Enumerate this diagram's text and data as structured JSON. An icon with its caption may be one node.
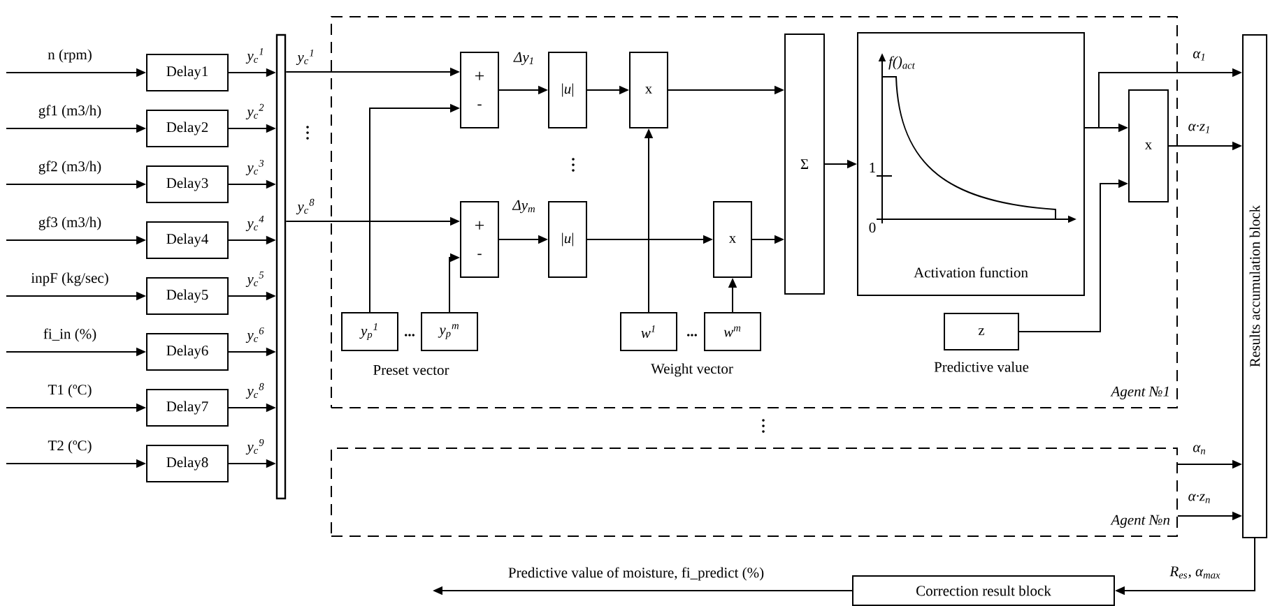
{
  "diagram": {
    "nodes": [
      {
        "text": [
          "Delay1"
        ]
      },
      {
        "text": [
          "Delay2"
        ]
      },
      {
        "text": [
          "Delay3"
        ]
      },
      {
        "text": [
          "Delay4"
        ]
      },
      {
        "text": [
          "Delay5"
        ]
      },
      {
        "text": [
          "Delay6"
        ]
      },
      {
        "text": [
          "Delay7"
        ]
      },
      {
        "text": [
          "Delay8"
        ]
      },
      {
        "text": [],
        "shape": "bar"
      },
      {
        "text": [
          "Agent №1"
        ]
      },
      {
        "text": [
          "+",
          "-"
        ],
        "in": 9
      },
      {
        "text": [
          "|*u*|"
        ],
        "in": 9
      },
      {
        "text": [
          "x"
        ],
        "in": 9
      },
      {
        "text": [
          "+",
          "-"
        ],
        "in": 9
      },
      {
        "text": [
          "|*u*|"
        ],
        "in": 9
      },
      {
        "text": [
          "x"
        ],
        "in": 9
      },
      {
        "text": [
          "Σ"
        ],
        "in": 9
      },
      {
        "text": [
          "Activation function"
        ],
        "in": 9
      },
      {
        "text": [
          "y$_{p}$$^{1}$"
        ],
        "in": 9
      },
      {
        "text": [
          "y$_{p}$$^{m}$"
        ],
        "in": 9
      },
      {
        "text": [
          "w$^{1}$"
        ],
        "in": 9
      },
      {
        "text": [
          "w$^{m}$"
        ],
        "in": 9
      },
      {
        "text": [
          "x"
        ],
        "in": 9
      },
      {
        "text": [
          "z"
        ],
        "in": 9,
        "beside": [
          "Predictive value"
        ]
      },
      {
        "text": [
          "Agent №n"
        ]
      },
      {
        "text": [
          "Results accumulation block"
        ]
      },
      {
        "text": [
          "Correction result block"
        ]
      }
    ],
    "edges": [
      {
        "from": null,
        "to": 0,
        "arrow": "to",
        "label": "n (rpm)"
      },
      {
        "from": null,
        "to": 1,
        "arrow": "to",
        "label": "gf1 (m3/h)"
      },
      {
        "from": null,
        "to": 2,
        "arrow": "to",
        "label": "gf2 (m3/h)"
      },
      {
        "from": null,
        "to": 3,
        "arrow": "to",
        "label": "gf3 (m3/h)"
      },
      {
        "from": null,
        "to": 4,
        "arrow": "to",
        "label": "inpF (kg/sec)"
      },
      {
        "from": null,
        "to": 5,
        "arrow": "to",
        "label": "fi_in (%)"
      },
      {
        "from": null,
        "to": 6,
        "arrow": "to",
        "label": "T1 (ºC)"
      },
      {
        "from": null,
        "to": 7,
        "arrow": "to",
        "label": "T2 (ºC)"
      },
      {
        "from": 0,
        "to": 8,
        "arrow": "to",
        "label": "y$_{c}$$^{1}$"
      },
      {
        "from": 1,
        "to": 8,
        "arrow": "to",
        "label": "y$_{c}$$^{2}$"
      },
      {
        "from": 2,
        "to": 8,
        "arrow": "to",
        "label": "y$_{c}$$^{3}$"
      },
      {
        "from": 3,
        "to": 8,
        "arrow": "to",
        "label": "y$_{c}$$^{4}$"
      },
      {
        "from": 4,
        "to": 8,
        "arrow": "to",
        "label": "y$_{c}$$^{5}$"
      },
      {
        "from": 5,
        "to": 8,
        "arrow": "to",
        "label": "y$_{c}$$^{6}$"
      },
      {
        "from": 6,
        "to": 8,
        "arrow": "to",
        "label": "y$_{c}$$^{8}$"
      },
      {
        "from": 7,
        "to": 8,
        "arrow": "to",
        "label": "y$_{c}$$^{9}$"
      },
      {
        "from": 8,
        "to": 10,
        "arrow": "to",
        "label": "y$_{c}$$^{1}$"
      },
      {
        "from": 8,
        "to": 13,
        "arrow": "to",
        "label": "y$_{c}$$^{8}$"
      },
      {
        "from": 18,
        "to": 10,
        "arrow": "to"
      },
      {
        "from": 19,
        "to": 13,
        "arrow": "to"
      },
      {
        "from": 10,
        "to": 11,
        "arrow": "to",
        "label": "Δy$_{1}$"
      },
      {
        "from": 13,
        "to": 14,
        "arrow": "to",
        "label": "Δy$_{m}$"
      },
      {
        "from": 11,
        "to": 12,
        "arrow": "to"
      },
      {
        "from": 14,
        "to": 15,
        "arrow": "to"
      },
      {
        "from": 20,
        "to": 12,
        "arrow": "to"
      },
      {
        "from": 21,
        "to": 15,
        "arrow": "to"
      },
      {
        "from": 12,
        "to": 16,
        "arrow": "to"
      },
      {
        "from": 15,
        "to": 16,
        "arrow": "to"
      },
      {
        "from": 16,
        "to": 17,
        "arrow": "to"
      },
      {
        "from": 17,
        "to": 25,
        "arrow": "to",
        "label": "α$_{1}$"
      },
      {
        "from": 17,
        "to": 22,
        "arrow": "to"
      },
      {
        "from": 23,
        "to": 22,
        "arrow": "to"
      },
      {
        "from": 22,
        "to": 25,
        "arrow": "to",
        "label": "α·z$_{1}$"
      },
      {
        "from": 24,
        "to": 25,
        "arrow": "to",
        "label": "α$_{n}$"
      },
      {
        "from": 24,
        "to": 25,
        "arrow": "to",
        "label": "α·z$_{n}$"
      },
      {
        "from": 25,
        "to": 26,
        "arrow": "to",
        "label": "R$_{es}$, α$_{max}$"
      },
      {
        "from": 26,
        "to": null,
        "arrow": "to",
        "label": "Predictive value of moisture, fi_predict (%)"
      }
    ],
    "labels": [
      "f()$_{act}$",
      "1",
      "0",
      "...",
      "Preset vector",
      "...",
      "Weight vector"
    ]
  }
}
